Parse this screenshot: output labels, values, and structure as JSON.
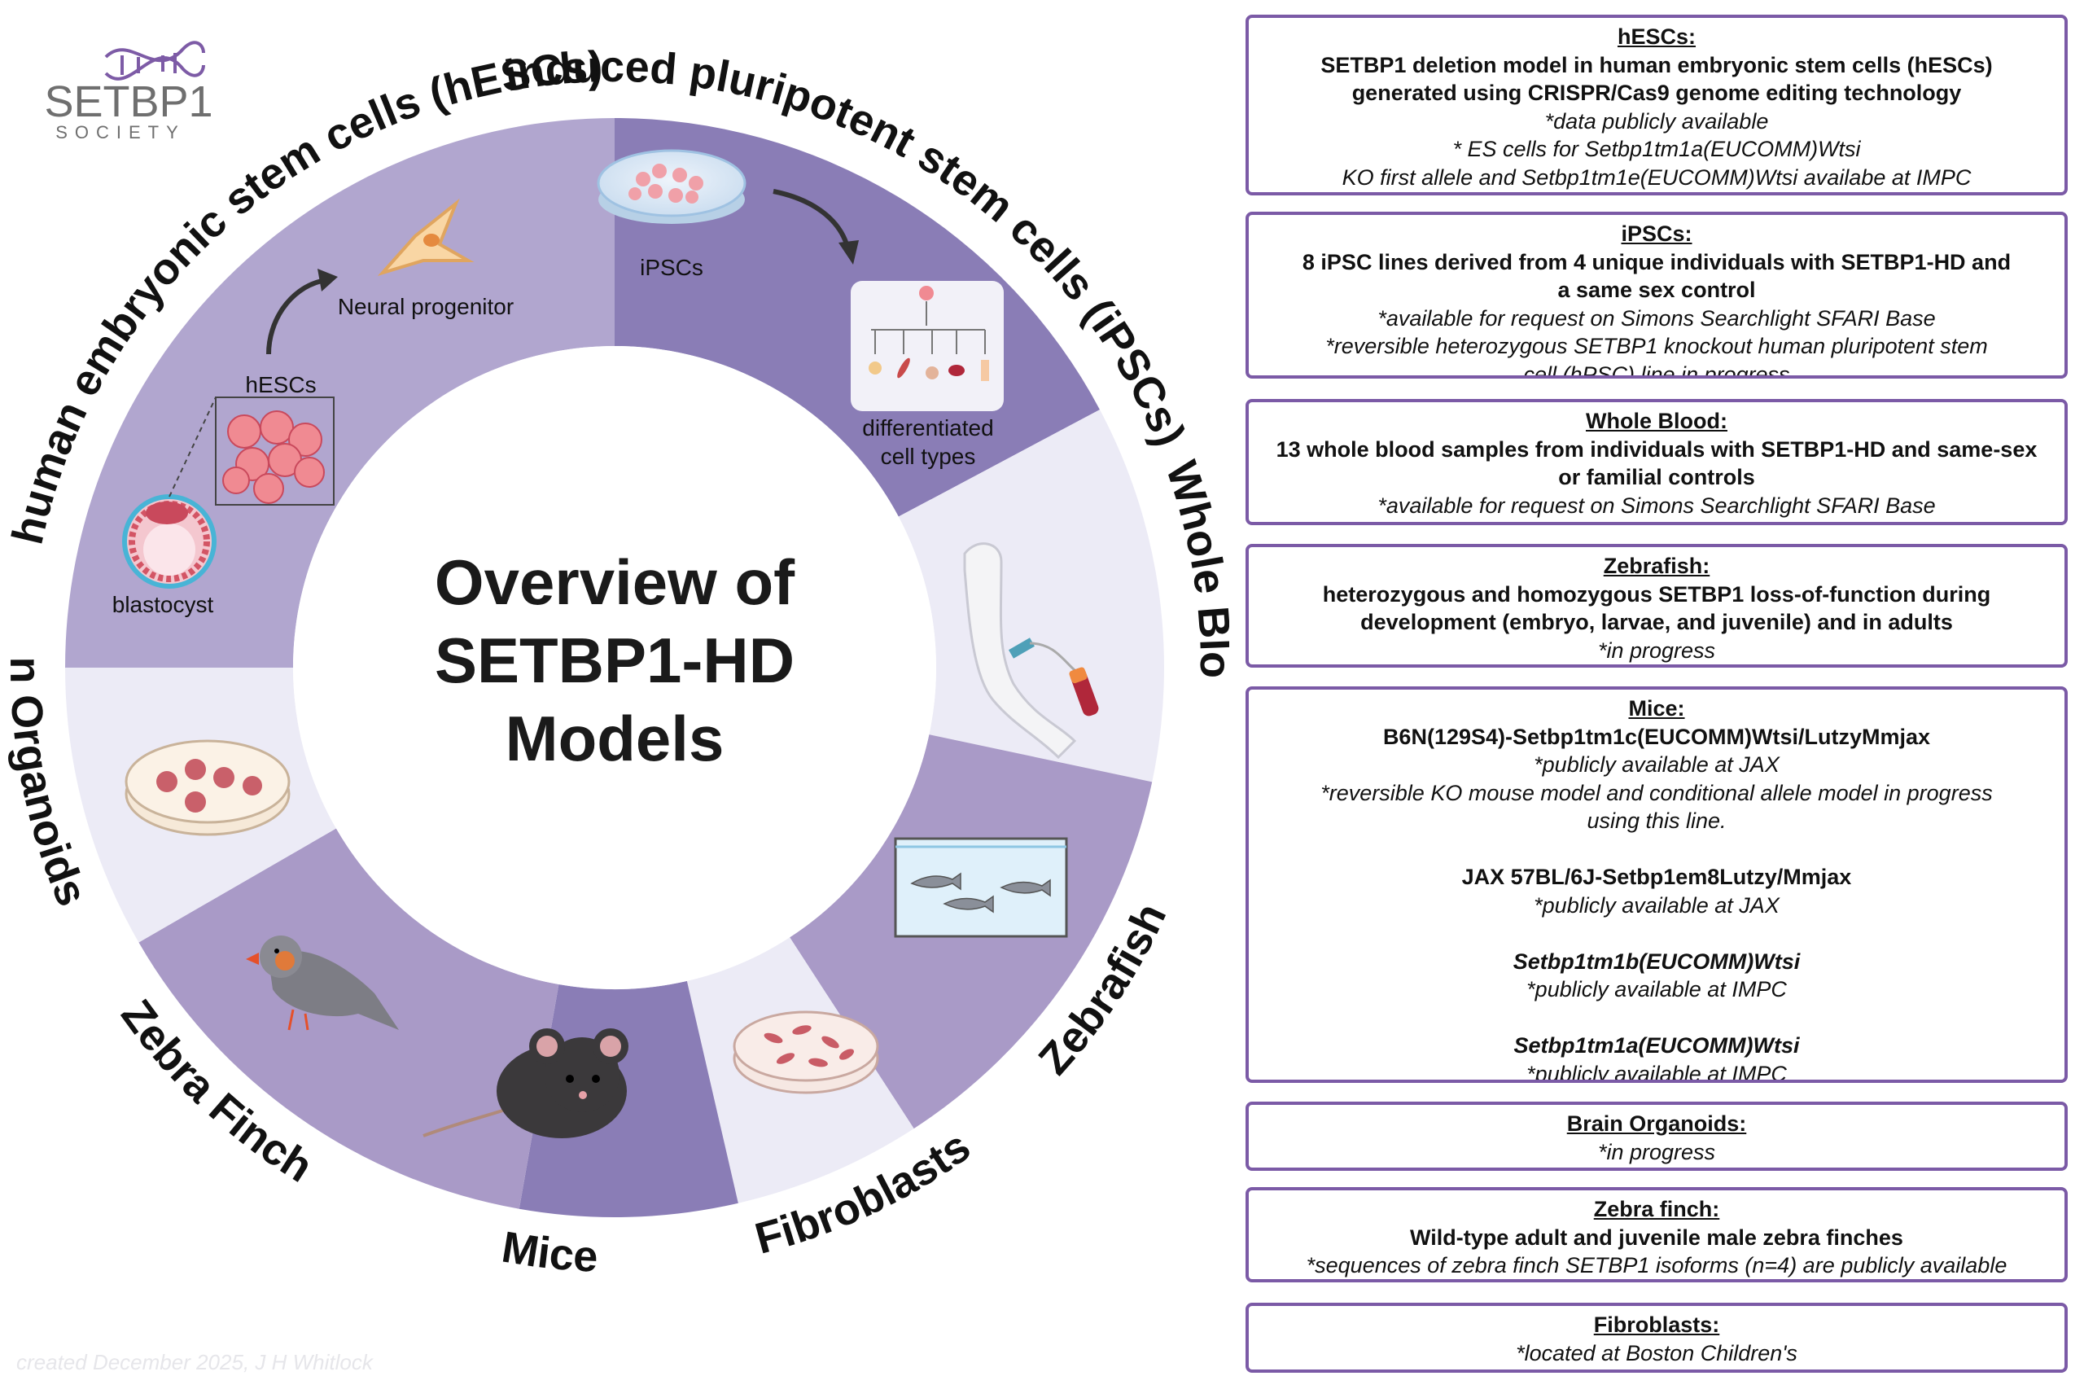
{
  "logo": {
    "brand": "SETBP1",
    "society": "SOCIETY"
  },
  "center_title": [
    "Overview of",
    "SETBP1-HD",
    "Models"
  ],
  "ring_labels": {
    "hescs": "human embryonic stem cells (hESCs)",
    "ipscs": "induced pluripotent stem cells (iPSCs)",
    "whole_blood": "Whole Blood",
    "zebrafish": "Zebrafish",
    "fibroblasts": "Fibroblasts",
    "mice": "Mice",
    "zebra_finch": "Zebra Finch",
    "brain_organoids": "Brain Organoids"
  },
  "illustration_labels": {
    "neural_progenitor": "Neural progenitor",
    "hescs": "hESCs",
    "blastocyst": "blastocyst",
    "ipscs": "iPSCs",
    "differentiated_1": "differentiated",
    "differentiated_2": "cell types"
  },
  "colors": {
    "segment_medium": "#b1a6cf",
    "segment_dark": "#8a7db6",
    "segment_pale": "#ecebf6",
    "segment_light": "#a99ac7",
    "box_border": "#7b5aa6",
    "logo_purple": "#7d5ba6"
  },
  "boxes": [
    {
      "title": "hESCs:",
      "lines": [
        {
          "t": "SETBP1 deletion model in human embryonic stem cells (hESCs)",
          "s": "b"
        },
        {
          "t": "generated using CRISPR/Cas9 genome editing technology",
          "s": "b"
        },
        {
          "t": "*data publicly available",
          "s": "i"
        },
        {
          "t": "* ES cells for Setbp1tm1a(EUCOMM)Wtsi",
          "s": "i"
        },
        {
          "t": "KO first allele and Setbp1tm1e(EUCOMM)Wtsi availabe at IMPC",
          "s": "i"
        }
      ]
    },
    {
      "title": "iPSCs:",
      "lines": [
        {
          "t": "8 iPSC lines derived from 4 unique individuals with SETBP1-HD and",
          "s": "b"
        },
        {
          "t": "a same sex control",
          "s": "b"
        },
        {
          "t": "*available for request on Simons Searchlight SFARI Base",
          "s": "i"
        },
        {
          "t": "*reversible heterozygous SETBP1 knockout human pluripotent stem",
          "s": "i"
        },
        {
          "t": "cell (hPSC) line in progress",
          "s": "i"
        }
      ]
    },
    {
      "title": "Whole Blood:",
      "lines": [
        {
          "t": "13 whole blood samples from individuals with SETBP1-HD and same-sex",
          "s": "b"
        },
        {
          "t": "or familial controls",
          "s": "b"
        },
        {
          "t": "*available for request on Simons Searchlight SFARI Base",
          "s": "i"
        }
      ]
    },
    {
      "title": "Zebrafish:",
      "lines": [
        {
          "t": "heterozygous and homozygous SETBP1 loss-of-function during",
          "s": "b"
        },
        {
          "t": "development (embryo, larvae, and juvenile) and in adults",
          "s": "b"
        },
        {
          "t": "*in progress",
          "s": "i"
        }
      ]
    },
    {
      "title": "Mice:",
      "lines": [
        {
          "t": "B6N(129S4)-Setbp1tm1c(EUCOMM)Wtsi/LutzyMmjax",
          "s": "b"
        },
        {
          "t": "*publicly available at JAX",
          "s": "i"
        },
        {
          "t": "*reversible KO mouse model and conditional allele model in progress",
          "s": "i"
        },
        {
          "t": "using this line.",
          "s": "i"
        },
        {
          "t": "",
          "s": "blank"
        },
        {
          "t": "JAX 57BL/6J-Setbp1em8Lutzy/Mmjax",
          "s": "b"
        },
        {
          "t": "*publicly available at JAX",
          "s": "i"
        },
        {
          "t": "",
          "s": "blank"
        },
        {
          "t": "Setbp1tm1b(EUCOMM)Wtsi",
          "s": "bi"
        },
        {
          "t": "*publicly available at IMPC",
          "s": "i"
        },
        {
          "t": "",
          "s": "blank"
        },
        {
          "t": "Setbp1tm1a(EUCOMM)Wtsi",
          "s": "bi"
        },
        {
          "t": "*publicly available at IMPC",
          "s": "i"
        }
      ]
    },
    {
      "title": "Brain Organoids:",
      "lines": [
        {
          "t": "*in progress",
          "s": "i"
        }
      ]
    },
    {
      "title": "Zebra finch:",
      "lines": [
        {
          "t": "Wild-type adult and juvenile male zebra finches",
          "s": "b"
        },
        {
          "t": "*sequences of zebra finch SETBP1 isoforms (n=4) are publicly available",
          "s": "i"
        }
      ]
    },
    {
      "title": "Fibroblasts:",
      "lines": [
        {
          "t": "*located at Boston Children's",
          "s": "i"
        }
      ]
    }
  ],
  "credit": "created December 2025, J H Whitlock"
}
